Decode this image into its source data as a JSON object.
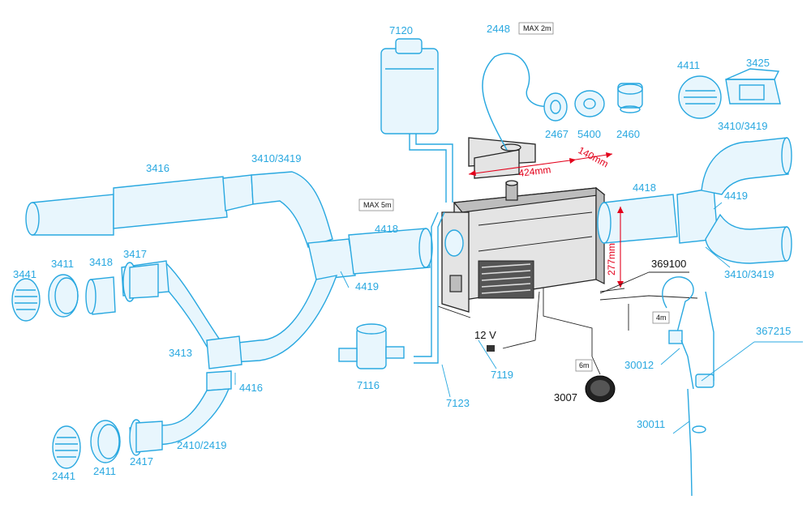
{
  "labels": {
    "l7120": "7120",
    "l2448": "2448",
    "l2467": "2467",
    "l5400": "5400",
    "l2460": "2460",
    "l4411": "4411",
    "l3425": "3425",
    "l3410_top_right": "3410/3419",
    "l3416": "3416",
    "l3410_top_left": "3410/3419",
    "l4418_left": "4418",
    "l4419_left": "4419",
    "l3441": "3441",
    "l3411": "3411",
    "l3418": "3418",
    "l3417": "3417",
    "l3413": "3413",
    "l4416": "4416",
    "l2441": "2441",
    "l2411": "2411",
    "l2417": "2417",
    "l2410": "2410/2419",
    "l7116": "7116",
    "l7119": "7119",
    "l7123": "7123",
    "l4418_right": "4418",
    "l4419_right": "4419",
    "l3410_bottom_right": "3410/3419",
    "l369100": "369100",
    "l30012": "30012",
    "l367215": "367215",
    "l30011": "30011",
    "l3007": "3007",
    "l12v": "12 V"
  },
  "tags": {
    "max2m": "MAX 2m",
    "max5m": "MAX 5m",
    "t4m": "4m",
    "t6m": "6m"
  },
  "dimensions": {
    "d424": "424mm",
    "d140": "140mm",
    "d277": "277mm"
  },
  "colors": {
    "accent_blue": "#29a8e0",
    "dimension_red": "#e3001b",
    "heater_body": "#e4e4e4"
  }
}
